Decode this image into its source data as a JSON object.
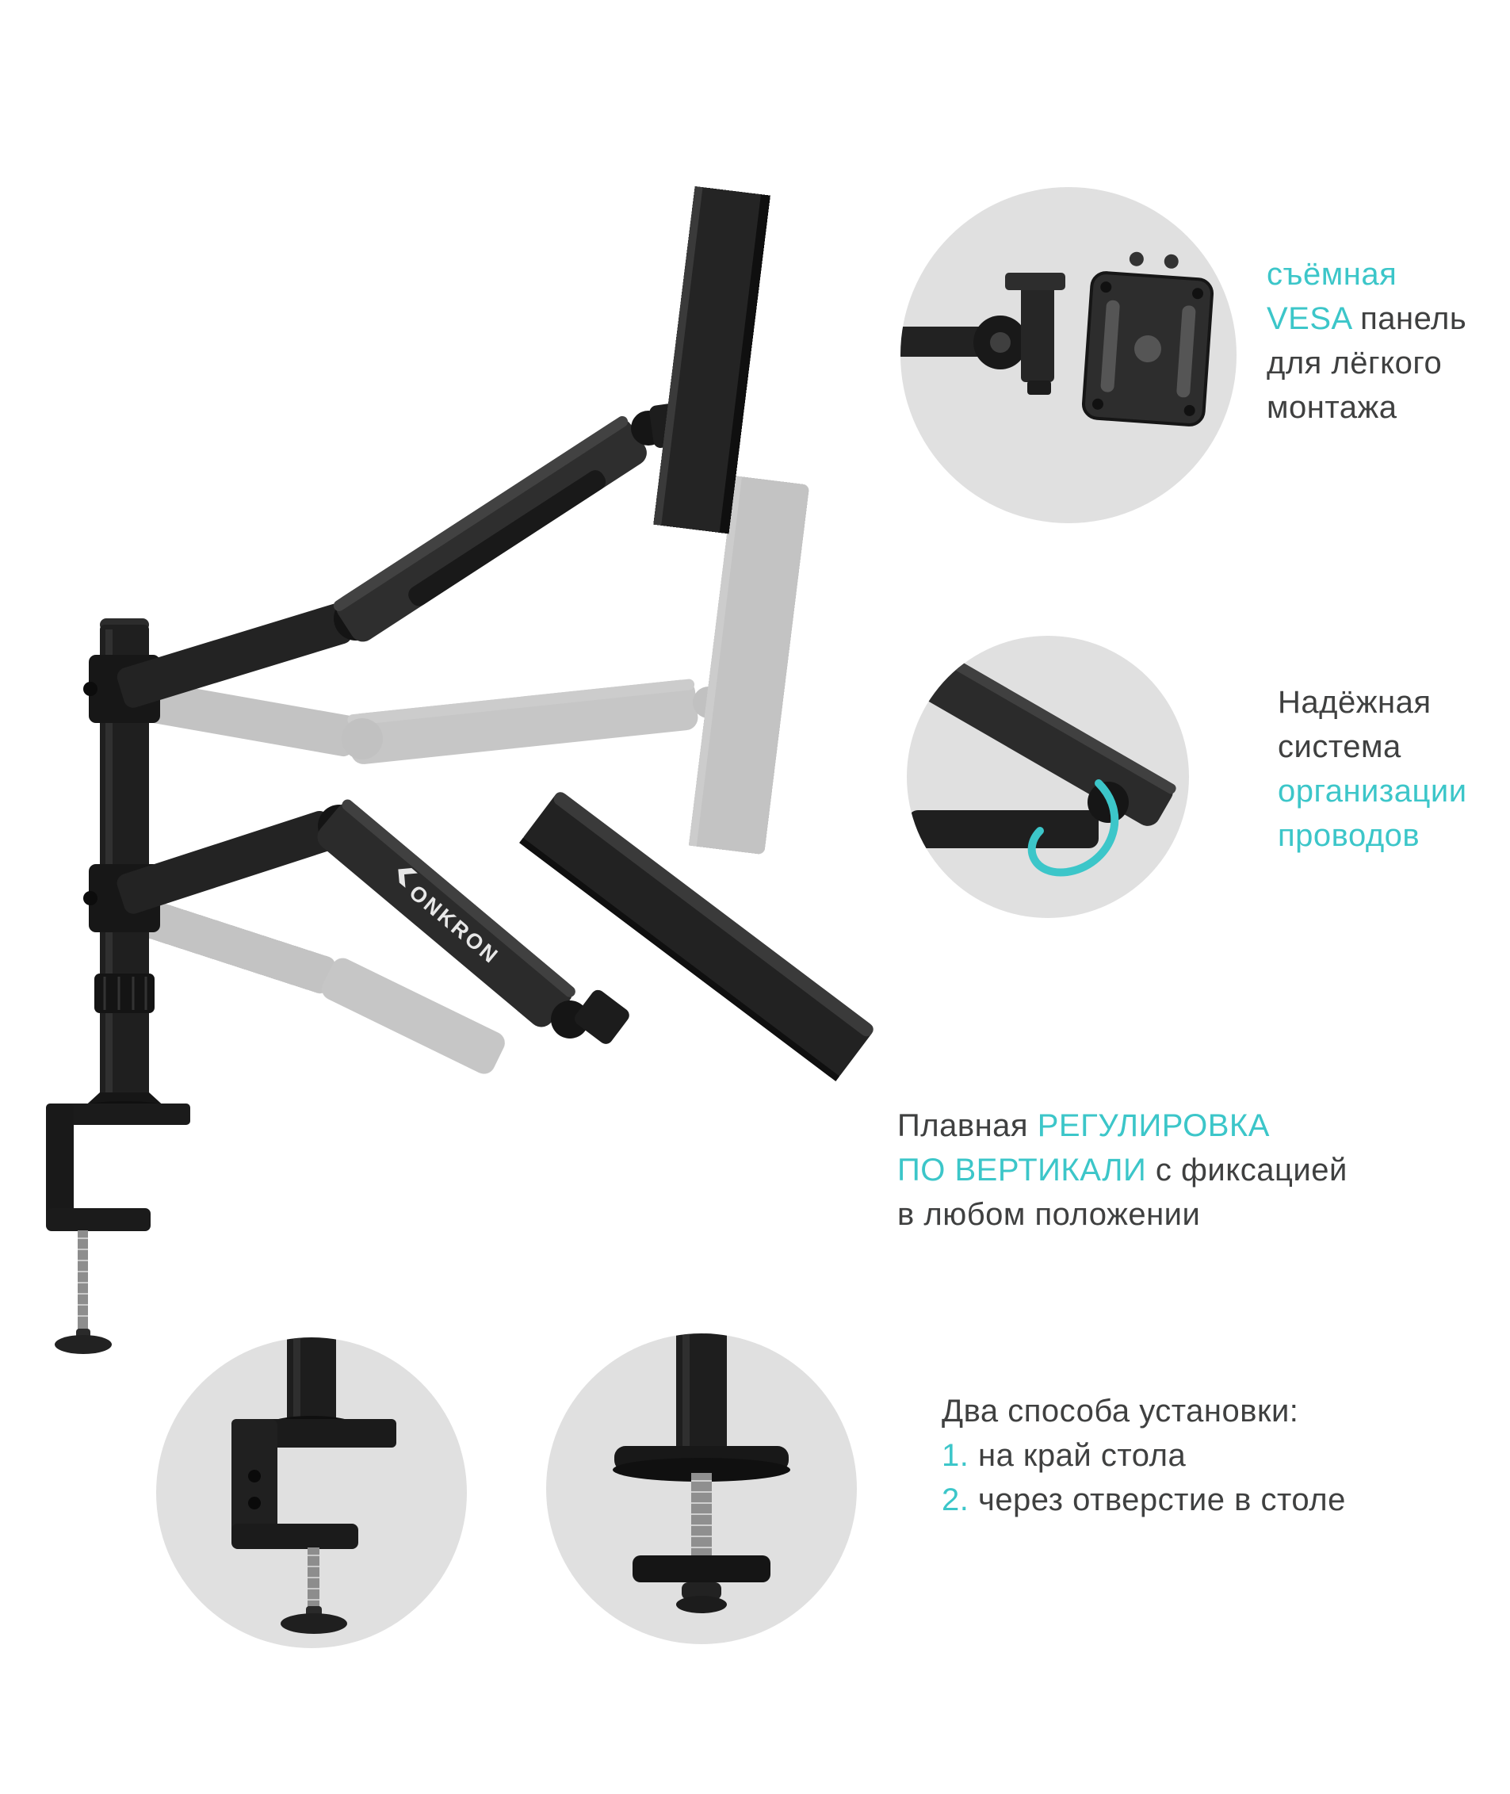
{
  "theme": {
    "accent": "#3cc6c9",
    "text_color": "#3f4040",
    "circle_fill": "#e0e0e0",
    "background": "#ffffff"
  },
  "product": {
    "brand": "ONKRON"
  },
  "annotations": {
    "vesa": {
      "l1a": "съёмная",
      "l2a": "VESA",
      "l2b": " панель",
      "l3": "для лёгкого",
      "l4": "монтажа"
    },
    "cable": {
      "l1": "Надёжная",
      "l2": "система",
      "l3": "организации",
      "l4": "проводов"
    },
    "vertical": {
      "l1a": "Плавная ",
      "l1b": "РЕГУЛИРОВКА",
      "l2a": "ПО ВЕРТИКАЛИ",
      "l2b": " с фиксацией",
      "l3": "в любом положении"
    },
    "install": {
      "title": "Два способа установки:",
      "n1": "1.",
      "t1": " на край стола",
      "n2": "2.",
      "t2": " через отверстие в столе"
    }
  }
}
